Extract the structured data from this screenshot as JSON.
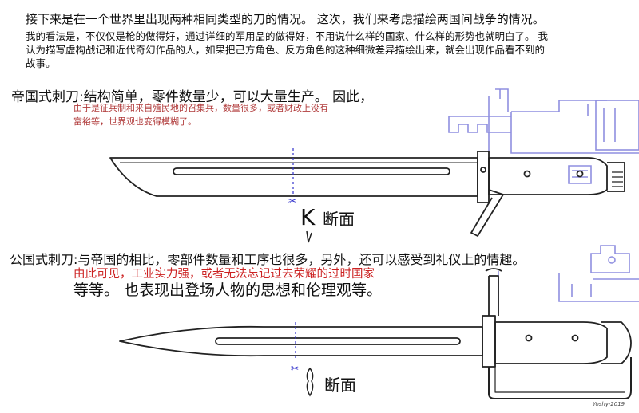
{
  "intro": {
    "line1": "接下来是在一个世界里出现两种相同类型的刀的情况。 这次，我们来考虑描绘两国间战争的情况。",
    "line2": "我的看法是，不仅仅是枪的做得好，通过详细的军用品的做得好，不用说什么样的国家、什么样的形势也就明白了。 我",
    "line3": "认为描写虚构战记和近代奇幻作品的人，如果把己方角色、反方角色的这种细微差异描绘出来，就会出现作品看不到的",
    "line4": "故事。"
  },
  "imperial": {
    "title": "帝国式刺刀:结构简单，零件数量少，可以大量生产。 因此，",
    "note1": "由于是征兵制和来自殖民地的召集兵，数量很多，或者财政上没有",
    "note2": "富裕等，世界观也变得模糊了。",
    "section_label": "断面"
  },
  "public": {
    "title": "公国式刺刀:与帝国的相比，零部件数量和工序也很多，另外，还可以感受到礼仪上的情趣。",
    "note": "由此可见，工业实力强，或者无法忘记过去荣耀的过时国家",
    "tail": "等等。 也表现出登场人物的思想和伦理观等。",
    "section_label": "断面"
  },
  "k_mark": "K",
  "signature": "Yoshy-2019",
  "colors": {
    "text": "#111111",
    "note_red": "#b03a3a",
    "note_bright_red": "#cc2222",
    "rifle_blue": "#8f8fe0",
    "cut_line_blue": "#3333cc",
    "outline": "#222222"
  }
}
